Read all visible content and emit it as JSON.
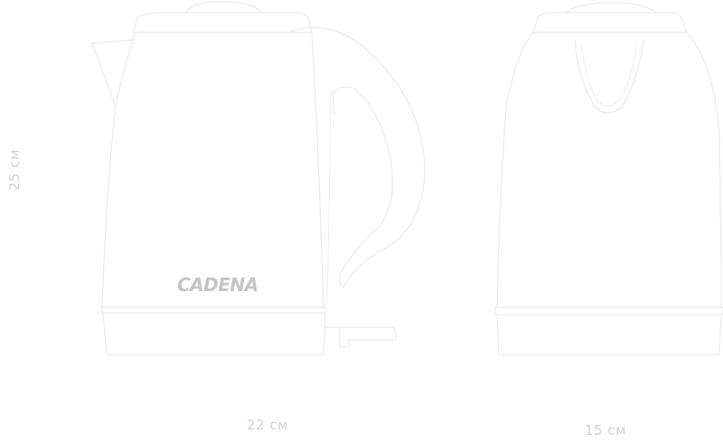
{
  "dimensions": {
    "height_label": "25 см",
    "width_side_label": "22 см",
    "width_front_label": "15 см"
  },
  "brand": {
    "logo_text": "CADENA"
  },
  "colors": {
    "outline": "#ececec",
    "label": "#d2d2d2",
    "logo": "#c4c4c4"
  }
}
